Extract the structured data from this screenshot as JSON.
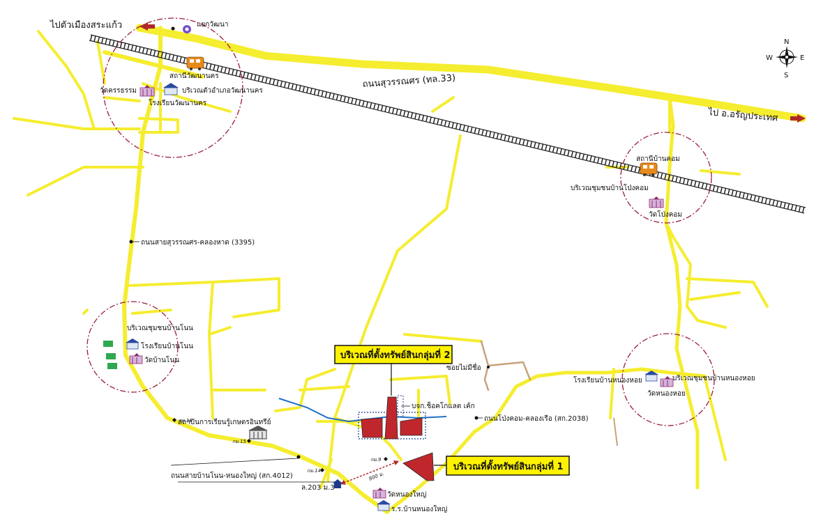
{
  "colors": {
    "road": "#f5ed2f",
    "rail": "#222222",
    "circle": "#9b1c3a",
    "parcel": "#c0272d",
    "stream": "#1f6fc5",
    "callout_bg": "#fff200",
    "arrow": "#b0292a",
    "minor_road": "#c8a27c"
  },
  "labels": {
    "to_sakaeo": "ไปตัวเมืองสระแก้ว",
    "watthana_junction": "แยกวัฒนา",
    "suwannason_road": "ถนนสุวรรณศร (ทล.33)",
    "to_aranyaprathet": "ไป อ.อรัญประเทศ",
    "watthana_station": "สถานีวัฒนานคร",
    "wat_khanthamma": "วัดครรธรรม",
    "district_area": "บริเวณตัวอำเภอวัฒนานคร",
    "watthana_school": "โรงเรียนวัฒนานคร",
    "ban_khom_station": "สถานีบ้านคอม",
    "pong_khom_community": "บริเวณชุมชนบ้านโป่งคอม",
    "wat_pong_khom": "วัดโป่งคอม",
    "road_3395": "ถนนสายสุวรรณศร-คลองหาด (3395)",
    "ban_non_community": "บริเวณชุมชนบ้านโนน",
    "ban_non_school": "โรงเรียนบ้านโนน",
    "wat_ban_non": "วัดบ้านโนน",
    "parcel_group_2": "บริเวณที่ตั้งทรัพย์สินกลุ่มที่ 2",
    "parcel_group_1": "บริเวณที่ตั้งทรัพย์สินกลุ่มที่ 1",
    "soi_mai_mi_chue": "ซอยไม่มีชื่อ",
    "chocolate_company": "บจก.ช็อคโกแลต เค้ก",
    "road_2038": "ถนนโป่งคอม-คลองเรือ (สก.2038)",
    "ban_nong_hoi_school": "โรงเรียนบ้านหนองหอย",
    "nong_hoi_community": "บริเวณชุมชนบ้านหนองหอย",
    "wat_nong_hoi": "วัดหนองหอย",
    "km16": "กม.16",
    "farmer_institute": "สถาบันการเรียนรู้เกษตรอินทรีย์",
    "km15": "กม.15",
    "km14": "กม.14",
    "km9": "กม.9",
    "distance_800": "800 ม.",
    "road_4012": "ถนนสายบ้านโนน-หนองใหญ่ (สก.4012)",
    "village_203": "ล.203 ม.3",
    "wat_nong_yai": "วัดหนองใหญ่",
    "nong_yai_school": "ร.ร.บ้านหนองใหญ่"
  },
  "compass": {
    "n": "N",
    "s": "S",
    "e": "E",
    "w": "W"
  },
  "icons": [
    "train-icon",
    "temple-icon",
    "school-icon",
    "junction-icon",
    "house-icon",
    "compass-icon"
  ]
}
